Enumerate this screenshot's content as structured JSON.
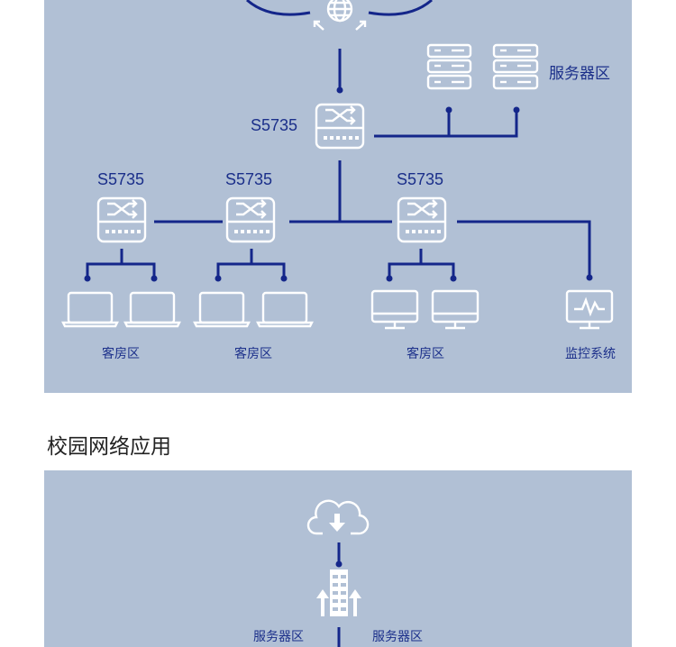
{
  "hotel_network": {
    "core_switch_model": "S5735",
    "access_switches": [
      {
        "model": "S5735"
      },
      {
        "model": "S5735"
      },
      {
        "model": "S5735"
      }
    ],
    "server_zone_label": "服务器区",
    "guest_zone_labels": [
      "客房区",
      "客房区",
      "客房区"
    ],
    "monitoring_label": "监控系统"
  },
  "campus_section": {
    "title": "校园网络应用",
    "server_zone_left": "服务器区",
    "server_zone_right": "服务器区"
  },
  "colors": {
    "panel_bg": "#b1c0d5",
    "line": "#14268a",
    "icon": "#ffffff"
  },
  "icons": [
    "globe-icon",
    "cloud-arrow-icon",
    "server-icon",
    "switch-icon",
    "laptop-icon",
    "monitor-icon",
    "surveillance-monitor-icon",
    "firewall-icon"
  ]
}
